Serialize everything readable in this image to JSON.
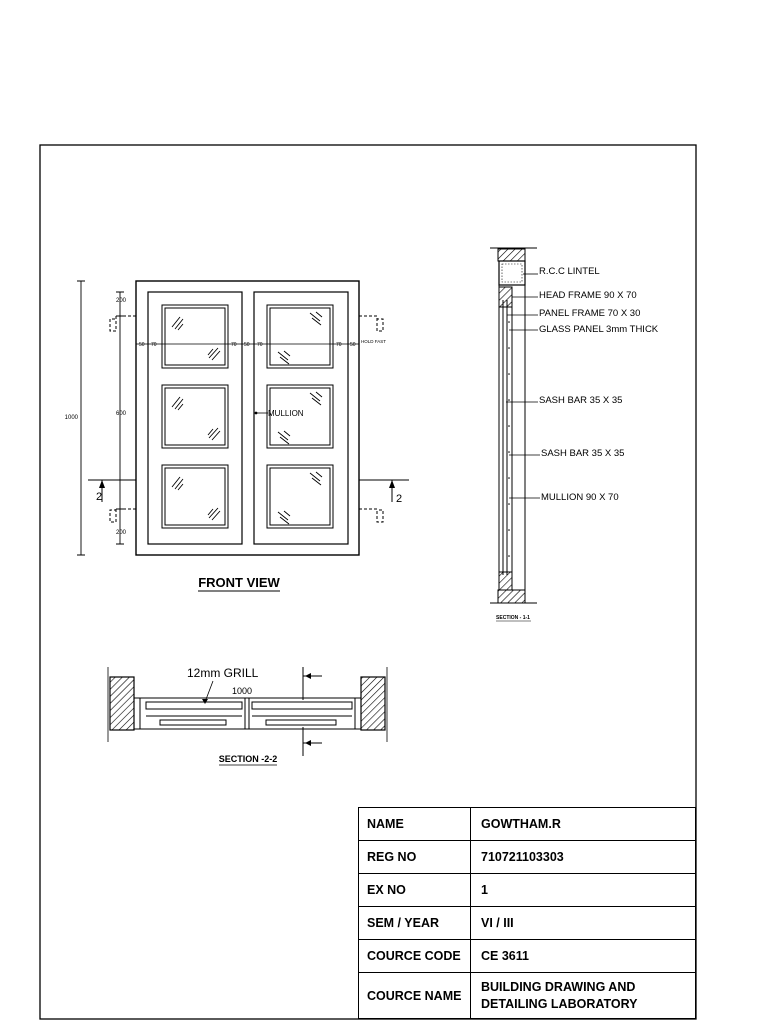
{
  "front_view": {
    "title": "FRONT VIEW",
    "dimensions": {
      "overall_height": "1000",
      "top_200": "200",
      "mid_600": "600",
      "bottom_200": "200",
      "d50_left": "50",
      "d70_a": "70",
      "d70_b": "70",
      "d50_mid": "50",
      "d70_c": "70",
      "d70_d": "70",
      "d50_right": "50"
    },
    "labels": {
      "hold_fast": "HOLD FAST",
      "mullion": "MULLION",
      "section_mark_left": "2",
      "section_mark_right": "2"
    }
  },
  "section_1_1": {
    "title": "SECTION - 1-1",
    "labels": [
      "R.C.C LINTEL",
      "HEAD FRAME 90 X 70",
      "PANEL FRAME 70 X 30",
      "GLASS PANEL 3mm THICK",
      "SASH BAR 35 X 35",
      "SASH BAR 35 X 35",
      "MULLION 90 X 70"
    ]
  },
  "section_2_2": {
    "title": "SECTION -2-2",
    "grill_label": "12mm GRILL",
    "width": "1000"
  },
  "title_block": {
    "rows": [
      {
        "key": "NAME",
        "value": "GOWTHAM.R"
      },
      {
        "key": "REG NO",
        "value": "710721103303"
      },
      {
        "key": "EX NO",
        "value": "1"
      },
      {
        "key": "SEM / YEAR",
        "value": "VI / III"
      },
      {
        "key": "COURCE CODE",
        "value": "CE 3611"
      },
      {
        "key": "COURCE NAME",
        "value": "BUILDING DRAWING AND DETAILING LABORATORY"
      }
    ]
  }
}
